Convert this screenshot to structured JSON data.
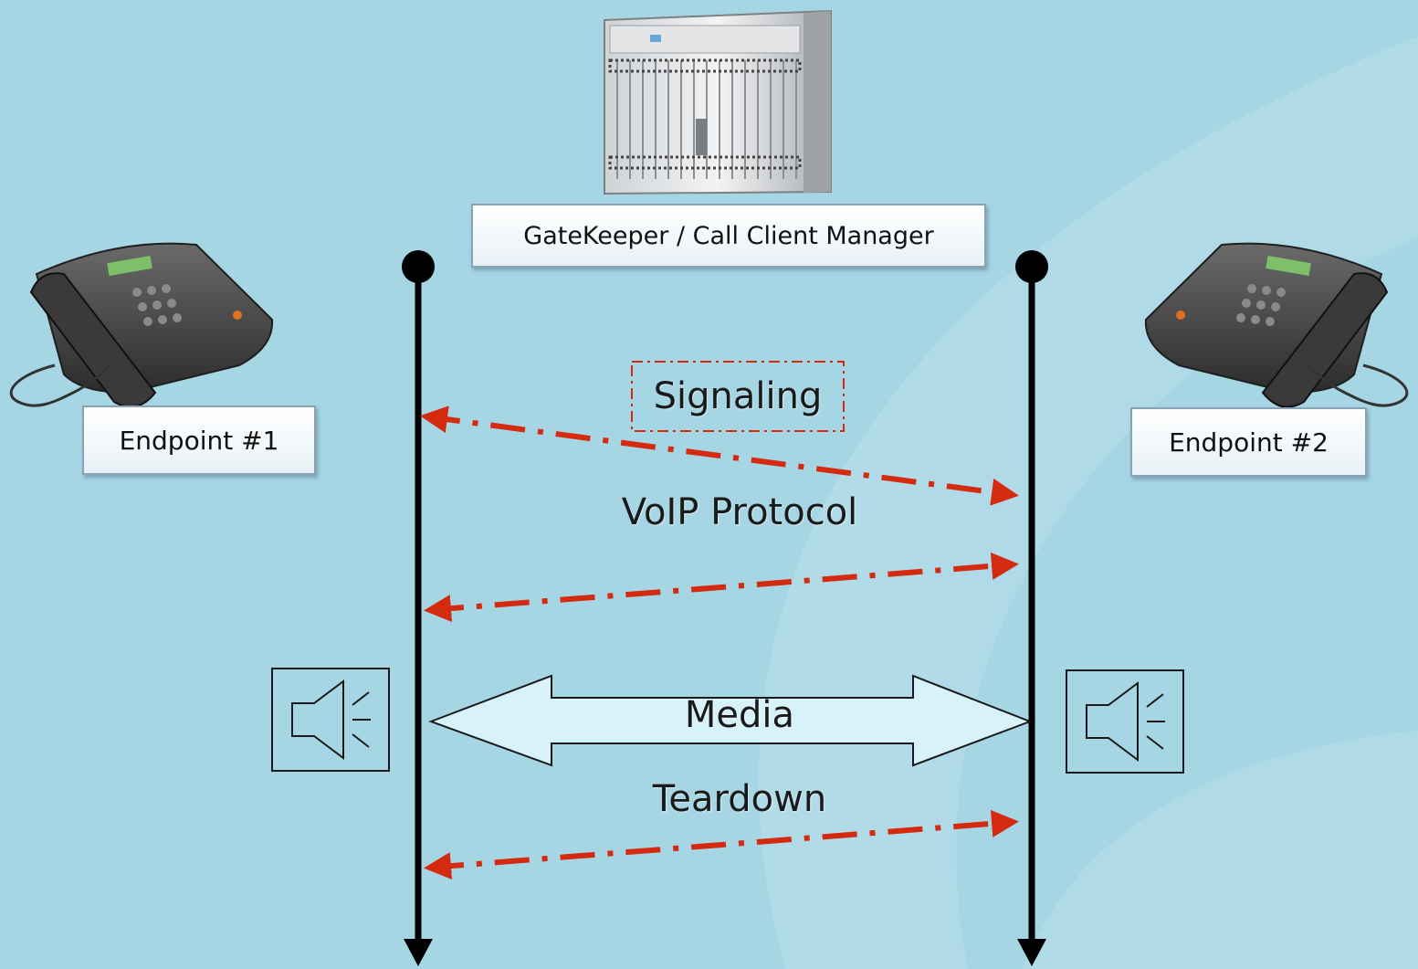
{
  "gatekeeper": {
    "label": "GateKeeper  / Call Client Manager"
  },
  "endpoints": [
    {
      "label": "Endpoint #1"
    },
    {
      "label": "Endpoint #2"
    }
  ],
  "messages": {
    "signaling": "Signaling",
    "protocol": "VoIP Protocol",
    "media": "Media",
    "teardown": "Teardown"
  },
  "colors": {
    "background": "#a6d6e4",
    "signal_arrow": "#d42a10",
    "media_fill": "#d8f2fa",
    "lifeline": "#000000"
  },
  "icons": [
    "gatekeeper-server-icon",
    "desk-phone-icon",
    "speaker-icon"
  ]
}
